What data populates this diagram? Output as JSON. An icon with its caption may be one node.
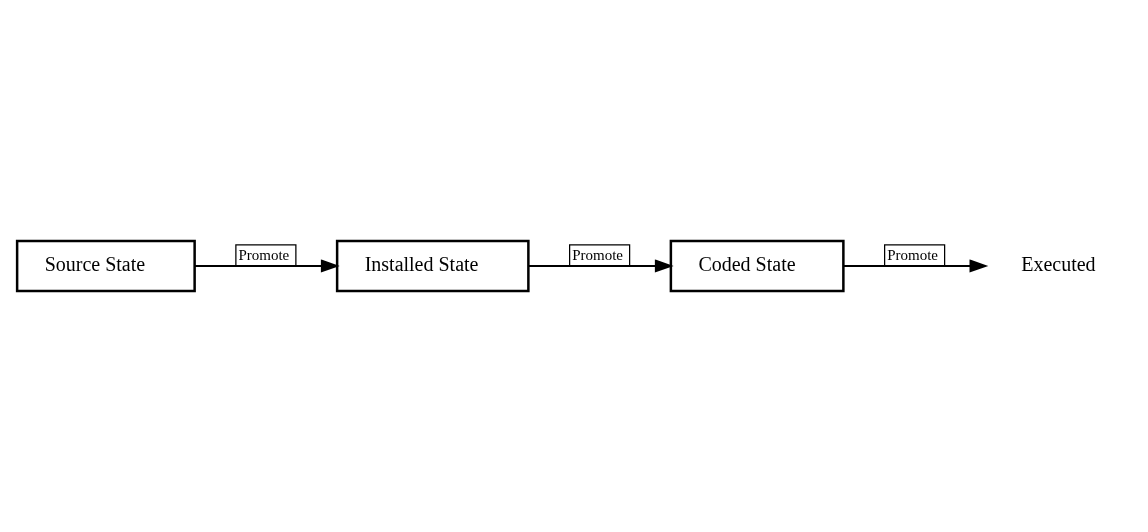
{
  "diagram": {
    "nodes": [
      {
        "text": [
          "Source State"
        ]
      },
      {
        "text": [
          "Installed State"
        ]
      },
      {
        "text": [
          "Coded State"
        ]
      },
      {
        "text": [
          "Executed"
        ]
      }
    ],
    "edges": [
      {
        "from": 0,
        "to": 1,
        "arrow": "to",
        "label": "Promote"
      },
      {
        "from": 1,
        "to": 2,
        "arrow": "to",
        "label": "Promote"
      },
      {
        "from": 2,
        "to": 3,
        "arrow": "to",
        "label": "Promote"
      }
    ]
  }
}
